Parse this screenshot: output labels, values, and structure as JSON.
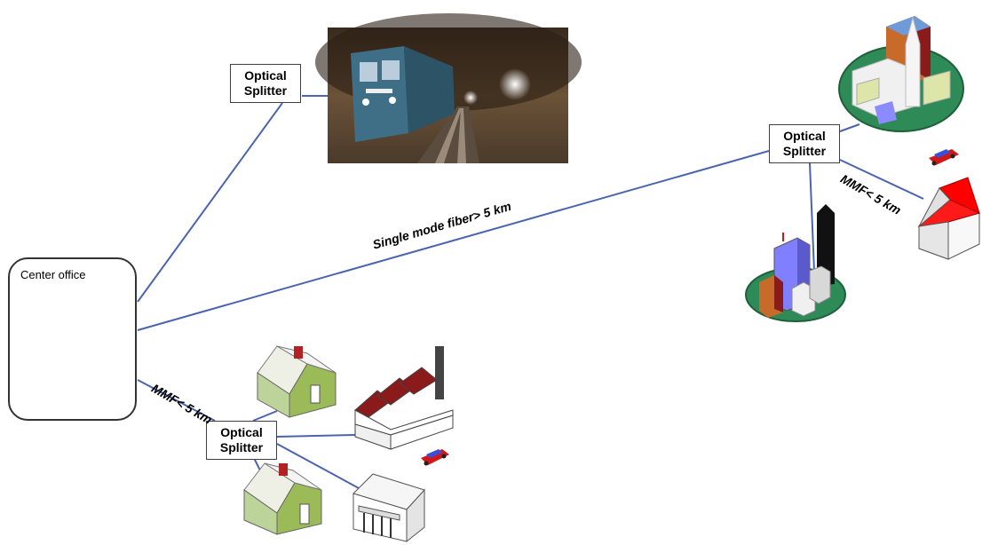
{
  "center_office": {
    "label": "Center office"
  },
  "splitters": [
    {
      "id": "splitter-tunnel",
      "line1": "Optical",
      "line2": "Splitter"
    },
    {
      "id": "splitter-city",
      "line1": "Optical",
      "line2": "Splitter"
    },
    {
      "id": "splitter-local",
      "line1": "Optical",
      "line2": "Splitter"
    }
  ],
  "links": {
    "single_mode": "Single mode fiber> 5 km",
    "mmf_city": "MMF< 5 km",
    "mmf_local": "MMF< 5 km"
  },
  "colors": {
    "fiber_line": "#4a64b0",
    "roof_red": "#8b1a1a",
    "house_green": "#9bbb59",
    "island_green": "#2e8b57",
    "house_roof_bright": "#ff0000"
  }
}
